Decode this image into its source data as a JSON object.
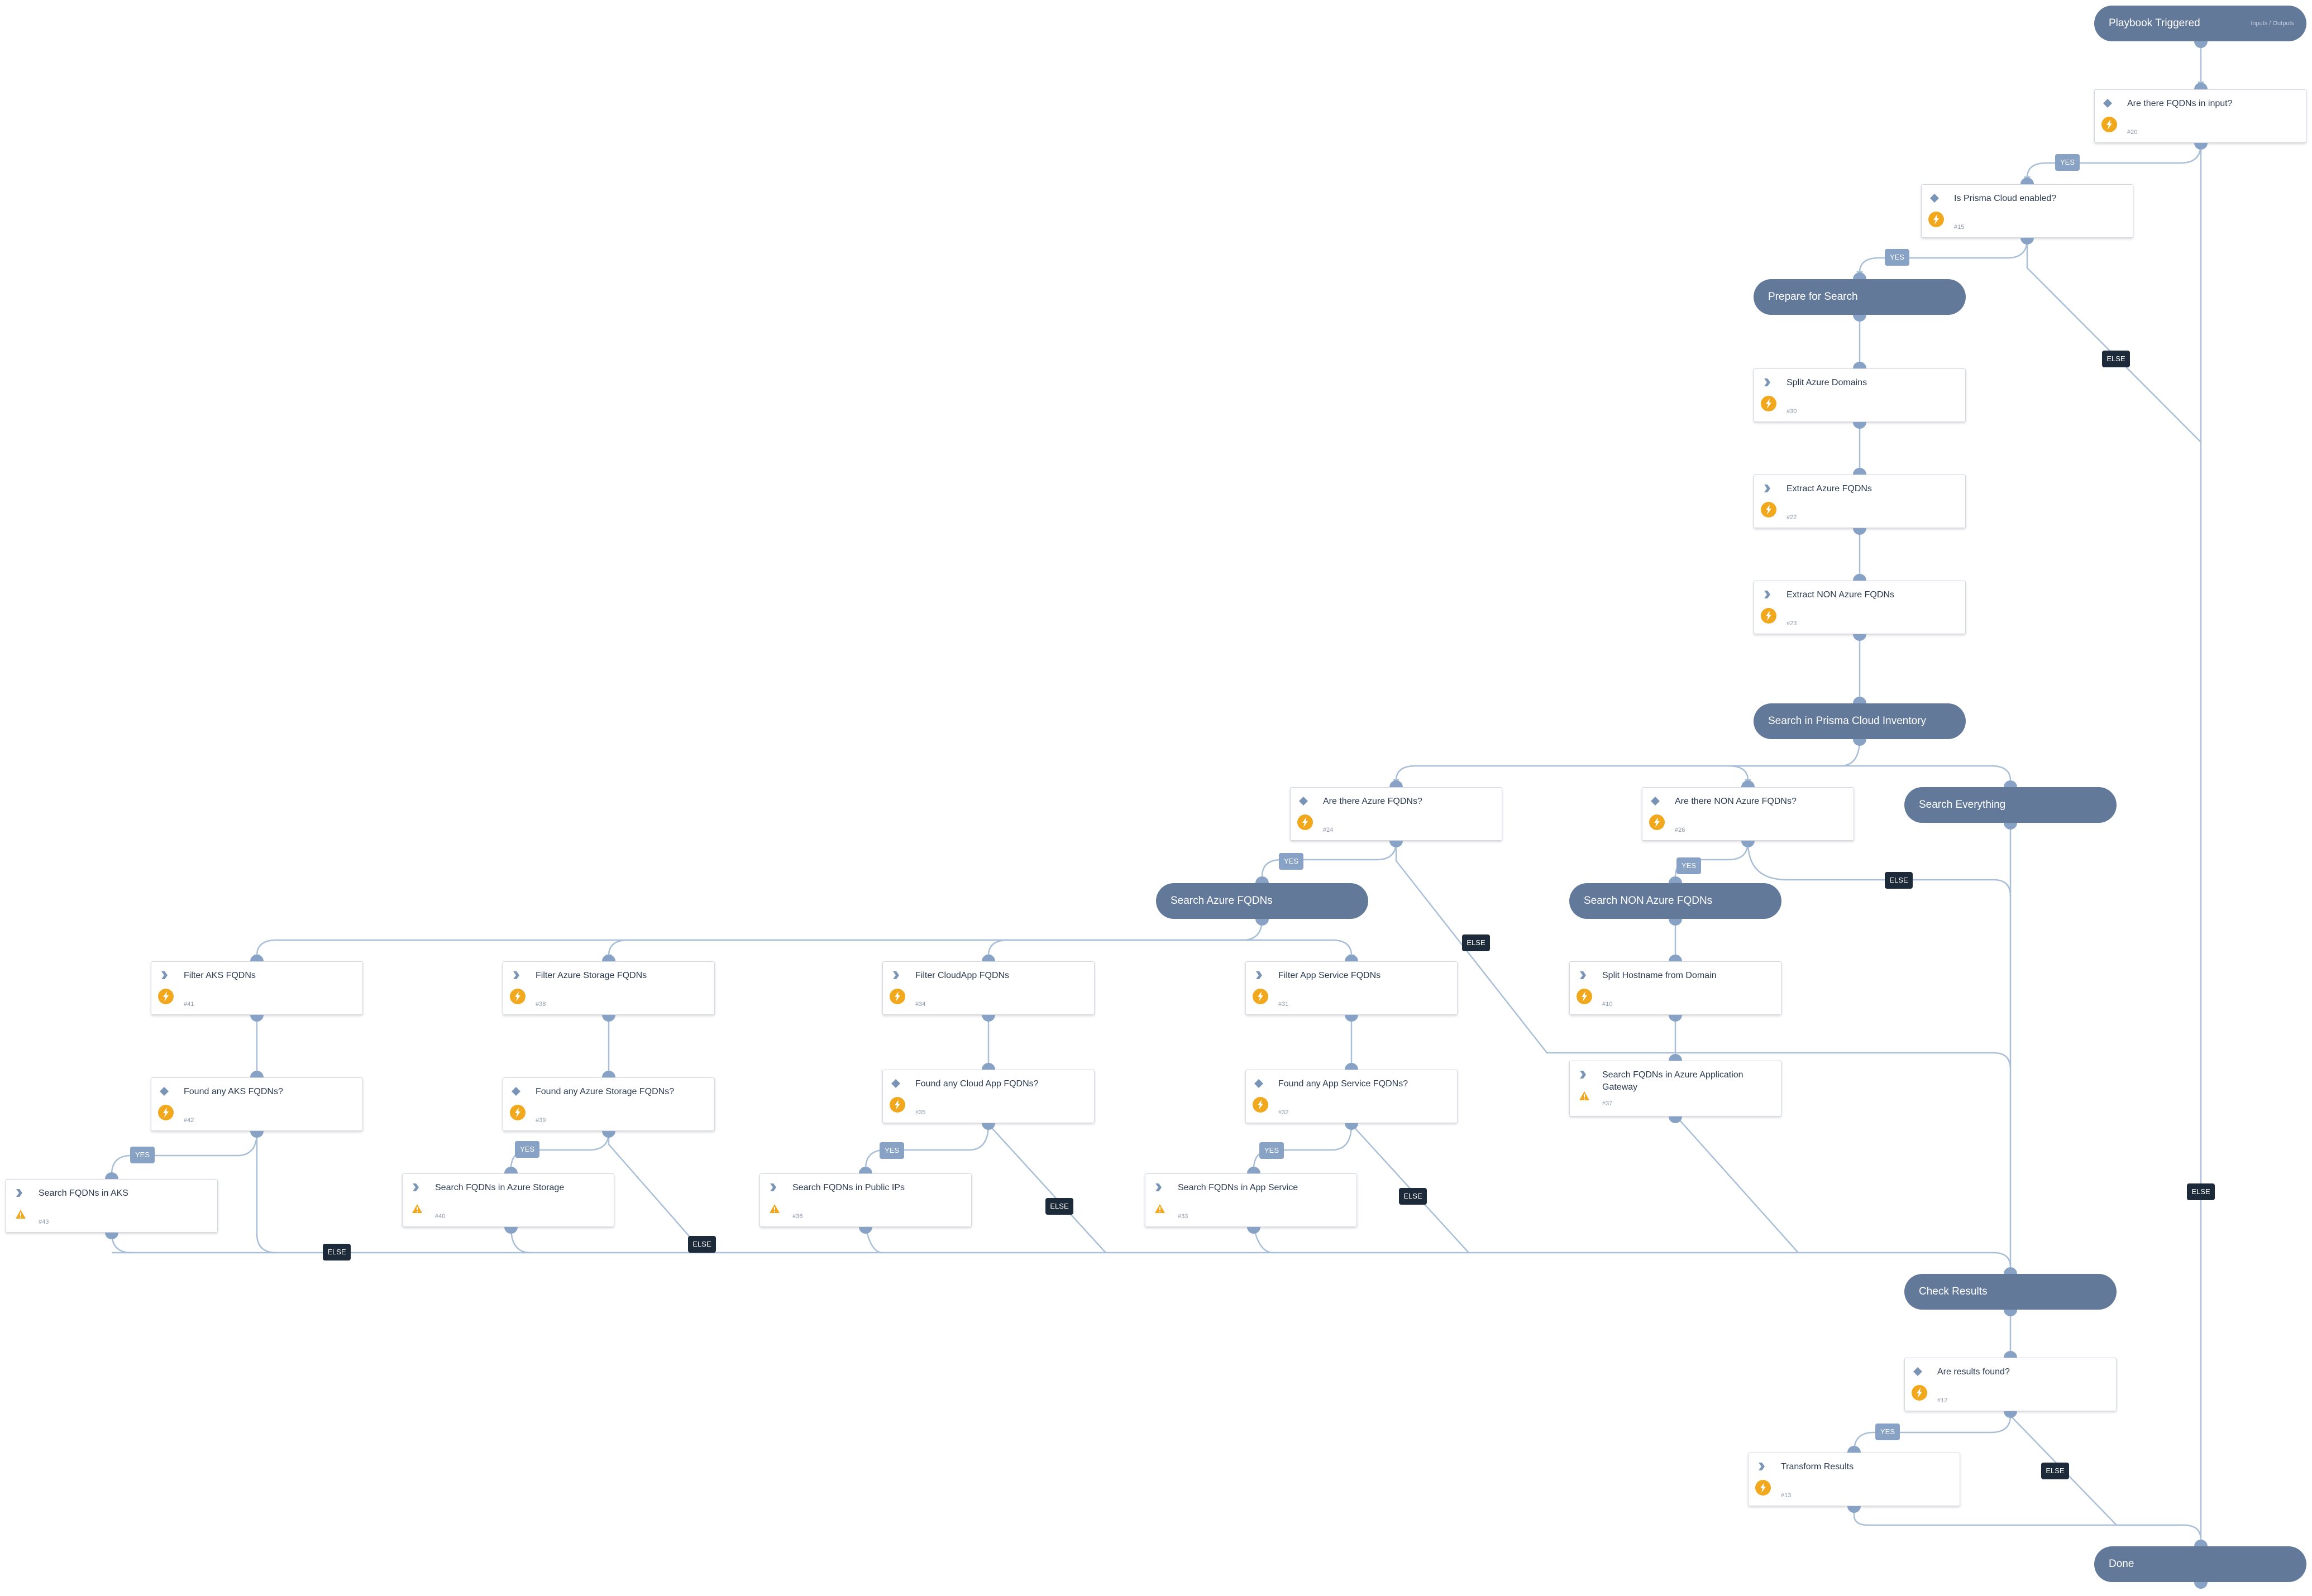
{
  "playbook": {
    "start": {
      "title": "Playbook Triggered",
      "io_label": "Inputs / Outputs"
    },
    "end": {
      "title": "Done"
    }
  },
  "sections": {
    "prepare": "Prepare for Search",
    "search_prisma": "Search in Prisma Cloud Inventory",
    "search_everything": "Search Everything",
    "search_azure": "Search Azure FQDNs",
    "search_non_azure": "Search NON Azure FQDNs",
    "check_results": "Check Results"
  },
  "tasks": {
    "are_fqdns_input": {
      "name": "Are there FQDNs in input?",
      "id": "#20",
      "type": "condition",
      "badge": "automation"
    },
    "is_prisma_enabled": {
      "name": "Is Prisma Cloud enabled?",
      "id": "#15",
      "type": "condition",
      "badge": "automation"
    },
    "split_azure_domains": {
      "name": "Split Azure Domains",
      "id": "#30",
      "type": "regular",
      "badge": "automation"
    },
    "extract_azure_fqdns": {
      "name": "Extract Azure FQDNs",
      "id": "#22",
      "type": "regular",
      "badge": "automation"
    },
    "extract_non_azure": {
      "name": "Extract NON Azure FQDNs",
      "id": "#23",
      "type": "regular",
      "badge": "automation"
    },
    "are_azure_fqdns": {
      "name": "Are there Azure FQDNs?",
      "id": "#24",
      "type": "condition",
      "badge": "automation"
    },
    "are_non_azure_fqdns": {
      "name": "Are there NON Azure FQDNs?",
      "id": "#26",
      "type": "condition",
      "badge": "automation"
    },
    "filter_aks": {
      "name": "Filter AKS FQDNs",
      "id": "#41",
      "type": "regular",
      "badge": "automation"
    },
    "filter_storage": {
      "name": "Filter Azure Storage FQDNs",
      "id": "#38",
      "type": "regular",
      "badge": "automation"
    },
    "filter_cloudapp": {
      "name": "Filter CloudApp FQDNs",
      "id": "#34",
      "type": "regular",
      "badge": "automation"
    },
    "filter_appservice": {
      "name": "Filter App Service FQDNs",
      "id": "#31",
      "type": "regular",
      "badge": "automation"
    },
    "split_hostname": {
      "name": "Split Hostname from Domain",
      "id": "#10",
      "type": "regular",
      "badge": "automation"
    },
    "found_aks": {
      "name": "Found any AKS FQDNs?",
      "id": "#42",
      "type": "condition",
      "badge": "automation"
    },
    "found_storage": {
      "name": "Found any Azure Storage FQDNs?",
      "id": "#39",
      "type": "condition",
      "badge": "automation"
    },
    "found_cloudapp": {
      "name": "Found any Cloud App FQDNs?",
      "id": "#35",
      "type": "condition",
      "badge": "automation"
    },
    "found_appservice": {
      "name": "Found any App Service FQDNs?",
      "id": "#32",
      "type": "condition",
      "badge": "automation"
    },
    "search_gateway": {
      "name": "Search FQDNs in Azure Application Gateway",
      "id": "#37",
      "type": "regular",
      "badge": "warning"
    },
    "search_aks": {
      "name": "Search FQDNs in AKS",
      "id": "#43",
      "type": "regular",
      "badge": "warning"
    },
    "search_storage": {
      "name": "Search FQDNs in Azure Storage",
      "id": "#40",
      "type": "regular",
      "badge": "warning"
    },
    "search_public_ips": {
      "name": "Search FQDNs in Public IPs",
      "id": "#36",
      "type": "regular",
      "badge": "warning"
    },
    "search_appservice": {
      "name": "Search FQDNs in App Service",
      "id": "#33",
      "type": "regular",
      "badge": "warning"
    },
    "are_results_found": {
      "name": "Are results found?",
      "id": "#12",
      "type": "condition",
      "badge": "automation"
    },
    "transform_results": {
      "name": "Transform Results",
      "id": "#13",
      "type": "regular",
      "badge": "automation"
    }
  },
  "branch_labels": {
    "yes": "YES",
    "else": "ELSE"
  },
  "colors": {
    "header": "#63799a",
    "edge": "#a9bfd8",
    "port": "#87a2c4",
    "yes_label": "#87a2c4",
    "else_label": "#1c2a3a",
    "automation_badge": "#f2a81d",
    "warning_icon": "#f2a81d",
    "condition_icon": "#7a94b6"
  },
  "icons": {
    "condition": "diamond-icon",
    "regular": "chevron-right-icon",
    "automation": "lightning-icon",
    "warning": "warning-icon"
  }
}
